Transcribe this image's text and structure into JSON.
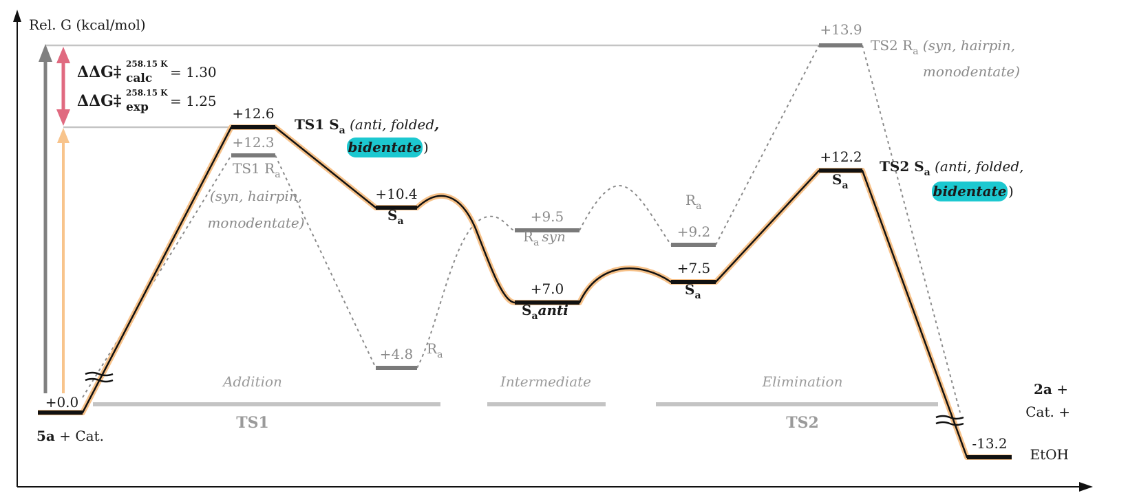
{
  "axis": {
    "y_label": "Rel. G (kcal/mol)"
  },
  "ddg": {
    "calc_prefix": "ΔΔG‡",
    "calc_sup": "258.15 K",
    "calc_sub": "calc",
    "calc_value": "= 1.30",
    "exp_prefix": "ΔΔG‡",
    "exp_sup": "258.15 K",
    "exp_sub": "exp",
    "exp_value": "= 1.25"
  },
  "colors": {
    "main_path": "#111111",
    "main_glow": "#f7c28a",
    "minor_path": "#7a7a7a",
    "ddg_arrow": "#e06a80",
    "exp_arrow": "#f8c48c",
    "highlight": "#1cc8d0"
  },
  "energies": {
    "start": "+0.0",
    "ts1_sa": "+12.6",
    "ts1_ra": "+12.3",
    "int_sa_left": "+10.4",
    "int_ra_low": "+4.8",
    "int_ra_syn": "+9.5",
    "int_sa_anti": "+7.0",
    "int_ra_right": "+9.2",
    "int_sa_right": "+7.5",
    "ts2_sa": "+12.2",
    "ts2_ra": "+13.9",
    "product": "-13.2"
  },
  "labels": {
    "start_bold": "5a",
    "start_rest": " + Cat.",
    "ts1_sa_title": "TS1 S",
    "ts1_sa_sub": "a",
    "ts1_sa_desc": " (anti, folded",
    "ts1_sa_comma": ",",
    "ts1_sa_bident": "bidentate",
    "ts1_sa_close": ")",
    "ts1_ra_title": "TS1 R",
    "ts1_ra_sub": "a",
    "ts1_ra_desc1": "(syn, hairpin,",
    "ts1_ra_desc2": "monodentate)",
    "sa_main": "S",
    "sa_sub": "a",
    "ra_main": "R",
    "ra_sub": "a",
    "ra_syn": "syn",
    "sa_anti": "anti",
    "ts2_sa_title": "TS2 S",
    "ts2_sa_sub": "a",
    "ts2_sa_desc": " (anti, folded,",
    "ts2_sa_bident": "bidentate",
    "ts2_sa_close": ")",
    "ts2_ra_title": "TS2 R",
    "ts2_ra_sub": "a",
    "ts2_ra_desc1": " (syn, hairpin,",
    "ts2_ra_desc2": "monodentate)",
    "product_bold": "2a",
    "product_line1": " +",
    "product_line2": "Cat. +",
    "product_line3": "EtOH"
  },
  "sections": {
    "addition": "Addition",
    "intermediate": "Intermediate",
    "elimination": "Elimination",
    "ts1": "TS1",
    "ts2": "TS2"
  }
}
